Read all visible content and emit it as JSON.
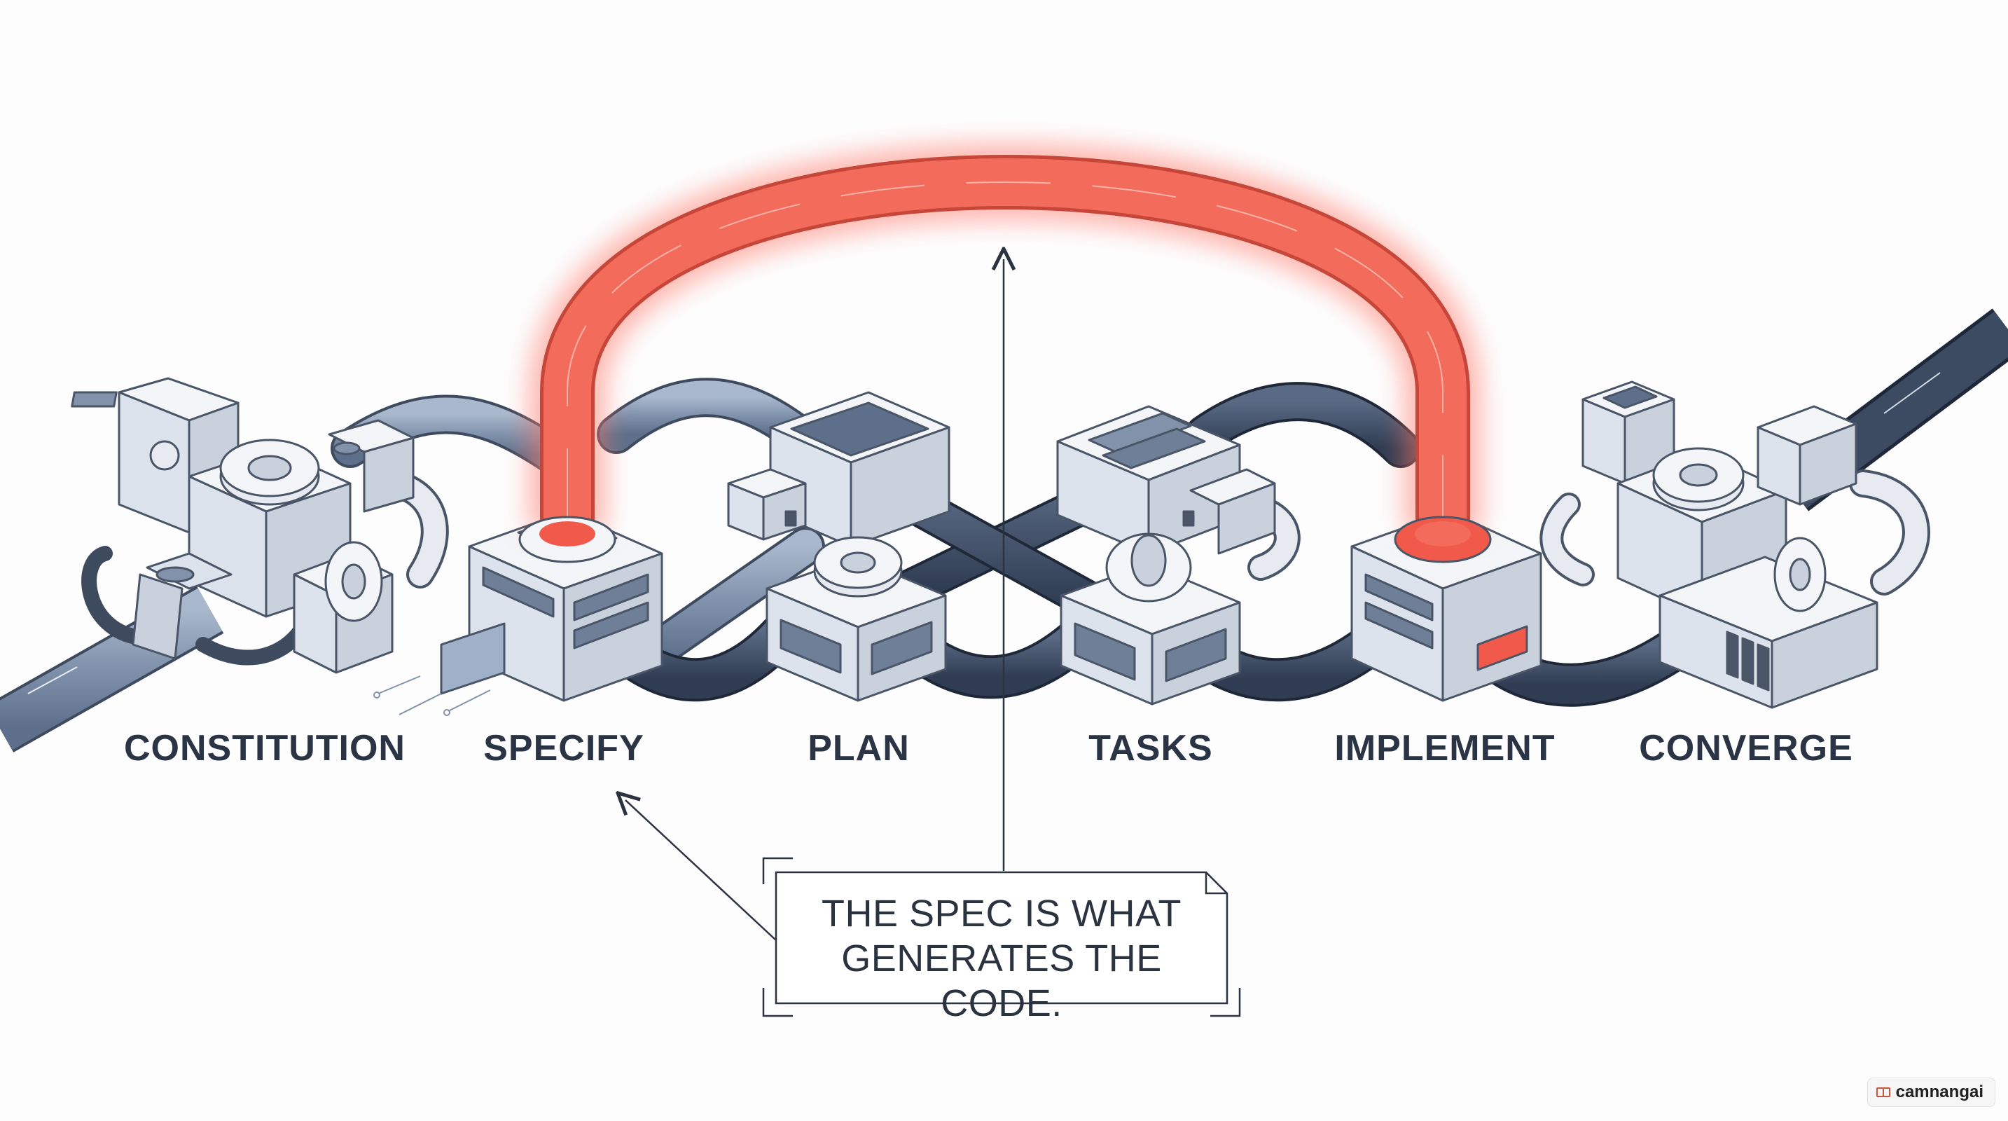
{
  "stages": [
    {
      "id": "constitution",
      "label": "CONSTITUTION"
    },
    {
      "id": "specify",
      "label": "SPECIFY"
    },
    {
      "id": "plan",
      "label": "PLAN"
    },
    {
      "id": "tasks",
      "label": "TASKS"
    },
    {
      "id": "implement",
      "label": "IMPLEMENT"
    },
    {
      "id": "converge",
      "label": "CONVERGE"
    }
  ],
  "callout": {
    "line1": "THE SPEC IS WHAT",
    "line2": "GENERATES THE CODE."
  },
  "watermark": {
    "text": "camnangai"
  },
  "colors": {
    "background": "#fdfdfe",
    "pipe_light": "#8294ae",
    "pipe_dark": "#3a4860",
    "block_face": "#e7ebf1",
    "block_edge": "#4a5668",
    "feedback_arc": "#f15a4a",
    "label": "#2a3444"
  }
}
